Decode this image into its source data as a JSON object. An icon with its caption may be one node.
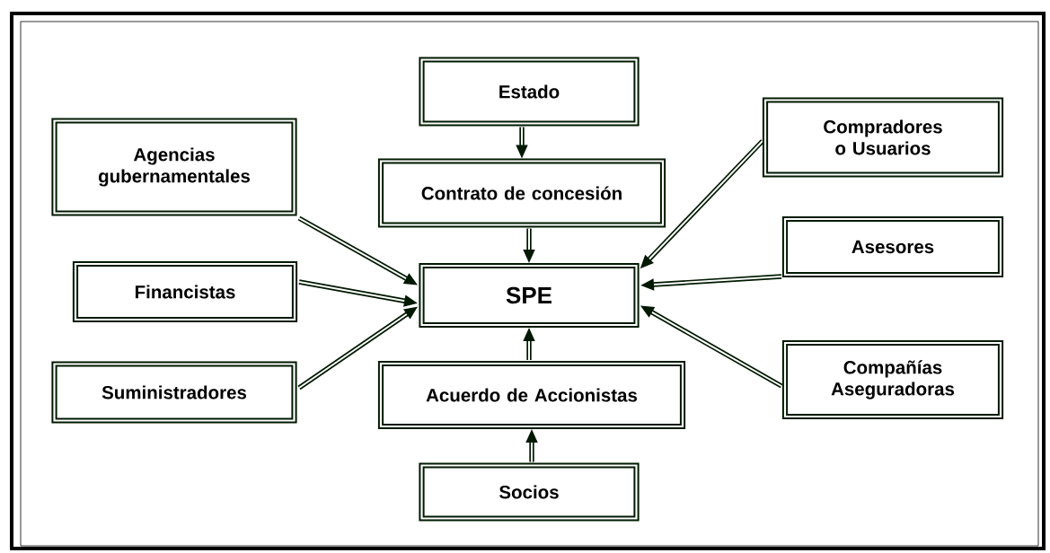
{
  "diagram": {
    "nodes": [
      {
        "text": [
          "Estado"
        ]
      },
      {
        "text": [
          "Agencias gubernamentales"
        ]
      },
      {
        "text": [
          "Contrato de concesión"
        ]
      },
      {
        "text": [
          "Compradores o Usuarios"
        ]
      },
      {
        "text": [
          "SPE"
        ]
      },
      {
        "text": [
          "Asesores"
        ]
      },
      {
        "text": [
          "Financistas"
        ]
      },
      {
        "text": [
          "Suministradores"
        ]
      },
      {
        "text": [
          "Acuerdo de Accionistas"
        ]
      },
      {
        "text": [
          "Compañías Aseguradoras"
        ]
      },
      {
        "text": [
          "Socios"
        ]
      }
    ],
    "edges": [
      {
        "from": 0,
        "to": 2,
        "arrow": "to"
      },
      {
        "from": 2,
        "to": 4,
        "arrow": "to"
      },
      {
        "from": 1,
        "to": 4,
        "arrow": "to"
      },
      {
        "from": 3,
        "to": 4,
        "arrow": "to"
      },
      {
        "from": 5,
        "to": 4,
        "arrow": "to"
      },
      {
        "from": 6,
        "to": 4,
        "arrow": "to"
      },
      {
        "from": 7,
        "to": 4,
        "arrow": "to"
      },
      {
        "from": 9,
        "to": 4,
        "arrow": "to"
      },
      {
        "from": 8,
        "to": 4,
        "arrow": "to"
      },
      {
        "from": 10,
        "to": 8,
        "arrow": "to"
      }
    ]
  }
}
